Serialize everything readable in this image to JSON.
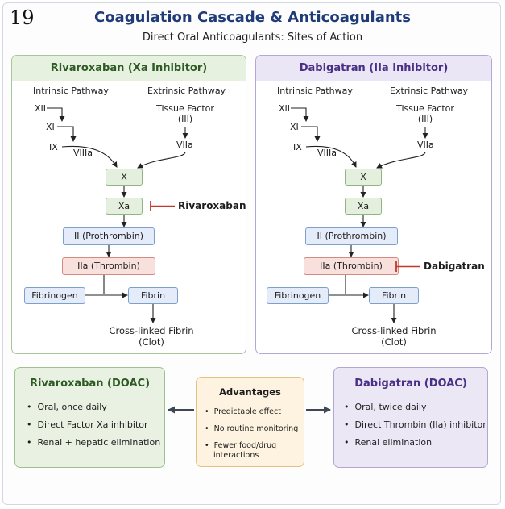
{
  "page_number": "19",
  "title": "Coagulation Cascade & Anticoagulants",
  "subtitle": "Direct Oral Anticoagulants: Sites of Action",
  "colors": {
    "title": "#1f3b78",
    "green_accent": "#2e5a23",
    "purple_accent": "#4a2f86",
    "inhibitor_bar": "#c0392b"
  },
  "panels": [
    {
      "heading": "Rivaroxaban (Xa Inhibitor)",
      "intrinsic_label": "Intrinsic Pathway",
      "extrinsic_label": "Extrinsic Pathway",
      "factor_xii": "XII",
      "factor_xi": "XI",
      "factor_ix": "IX",
      "factor_viiia": "VIIIa",
      "tissue_factor": "Tissue Factor",
      "tissue_factor_code": "(III)",
      "factor_viia": "VIIa",
      "node_x": "X",
      "node_xa": "Xa",
      "node_prothrombin": "II (Prothrombin)",
      "node_thrombin": "IIa (Thrombin)",
      "node_fibrinogen": "Fibrinogen",
      "node_fibrin": "Fibrin",
      "clot_line1": "Cross-linked Fibrin",
      "clot_line2": "(Clot)",
      "inhibitor": "Rivaroxaban"
    },
    {
      "heading": "Dabigatran (IIa Inhibitor)",
      "intrinsic_label": "Intrinsic Pathway",
      "extrinsic_label": "Extrinsic Pathway",
      "factor_xii": "XII",
      "factor_xi": "XI",
      "factor_ix": "IX",
      "factor_viiia": "VIIIa",
      "tissue_factor": "Tissue Factor",
      "tissue_factor_code": "(III)",
      "factor_viia": "VIIa",
      "node_x": "X",
      "node_xa": "Xa",
      "node_prothrombin": "II (Prothrombin)",
      "node_thrombin": "IIa (Thrombin)",
      "node_fibrinogen": "Fibrinogen",
      "node_fibrin": "Fibrin",
      "clot_line1": "Cross-linked Fibrin",
      "clot_line2": "(Clot)",
      "inhibitor": "Dabigatran"
    }
  ],
  "summary": {
    "left": {
      "title": "Rivaroxaban (DOAC)",
      "items": [
        "Oral, once daily",
        "Direct Factor Xa inhibitor",
        "Renal + hepatic elimination"
      ]
    },
    "center": {
      "title": "Advantages",
      "items": [
        "Predictable effect",
        "No routine monitoring",
        "Fewer food/drug",
        "interactions"
      ]
    },
    "right": {
      "title": "Dabigatran (DOAC)",
      "items": [
        "Oral, twice daily",
        "Direct Thrombin (IIa) inhibitor",
        "Renal elimination"
      ]
    }
  }
}
